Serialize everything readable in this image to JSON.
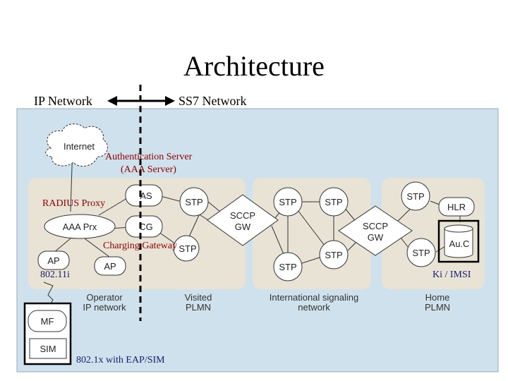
{
  "title": "Architecture",
  "header": {
    "ip_network": "IP Network",
    "ss7_network": "SS7 Network"
  },
  "annotations": {
    "auth_server_line1": "Authentication Server",
    "auth_server_line2": "(AAA Server)",
    "radius_proxy": "RADIUS Proxy",
    "charging_gateway": "Charging Gateway",
    "dot11i": "802.11i",
    "ki_imsi": "Ki / IMSI",
    "eap_sim": "802.1x with EAP/SIM"
  },
  "nodes": {
    "internet": "Internet",
    "as": "AS",
    "cg": "CG",
    "aaa_prx": "AAA Prx",
    "ap_left": "AP",
    "ap_right": "AP",
    "mf": "MF",
    "sim": "SIM",
    "stp_visited_top": "STP",
    "stp_visited_bottom": "STP",
    "sccp_gw_left_1": "SCCP",
    "sccp_gw_left_2": "GW",
    "stp_intl_1": "STP",
    "stp_intl_2": "STP",
    "stp_intl_3": "STP",
    "stp_intl_4": "STP",
    "sccp_gw_right_1": "SCCP",
    "sccp_gw_right_2": "GW",
    "stp_home_top": "STP",
    "stp_home_bottom": "STP",
    "hlr": "HLR",
    "auc": "Au.C"
  },
  "regions": {
    "operator_1": "Operator",
    "operator_2": "IP network",
    "visited_1": "Visited",
    "visited_2": "PLMN",
    "intl_1": "International signaling",
    "intl_2": "network",
    "home_1": "Home",
    "home_2": "PLMN"
  },
  "colors": {
    "panel": "#cfe1ec",
    "region": "#e9e3d6",
    "node": "#ffffff",
    "annotation_red": "#8b0000",
    "annotation_navy": "#1a1a6e"
  }
}
